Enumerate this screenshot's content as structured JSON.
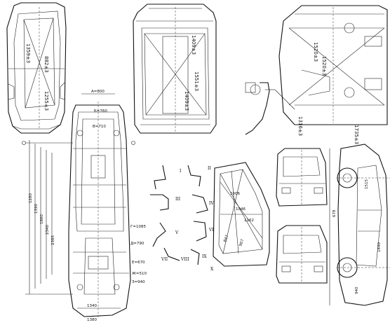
{
  "views": {
    "rear_opening": {
      "dims": [
        "1359±3",
        "882±3",
        "1255±3"
      ]
    },
    "front_opening": {
      "dims": [
        "1409±3",
        "1551±3",
        "1409±3"
      ]
    },
    "front_end": {
      "dims": [
        "1520±3",
        "1520±3",
        "1316±3",
        "1735±3"
      ]
    },
    "floor_plan": {
      "top_dims": [
        "A=800",
        "Б=760",
        "В=710"
      ],
      "side_dims": [
        "Г=1085",
        "Д=790",
        "Е=670",
        "Ж=510",
        "З=940"
      ],
      "left_dims": [
        "1280",
        "1390",
        "1860",
        "2340",
        "2385"
      ],
      "bottom_dims": [
        "1340",
        "1380"
      ]
    },
    "door_opening": {
      "dims": [
        "1006",
        "1046",
        "1162",
        "847",
        "907"
      ]
    },
    "section_labels": [
      "I",
      "II",
      "III",
      "IV",
      "V",
      "VI",
      "VII",
      "VIII",
      "IX",
      "X"
    ],
    "side_view": {
      "dims": [
        "1515",
        "678",
        "1440",
        "940"
      ]
    }
  }
}
